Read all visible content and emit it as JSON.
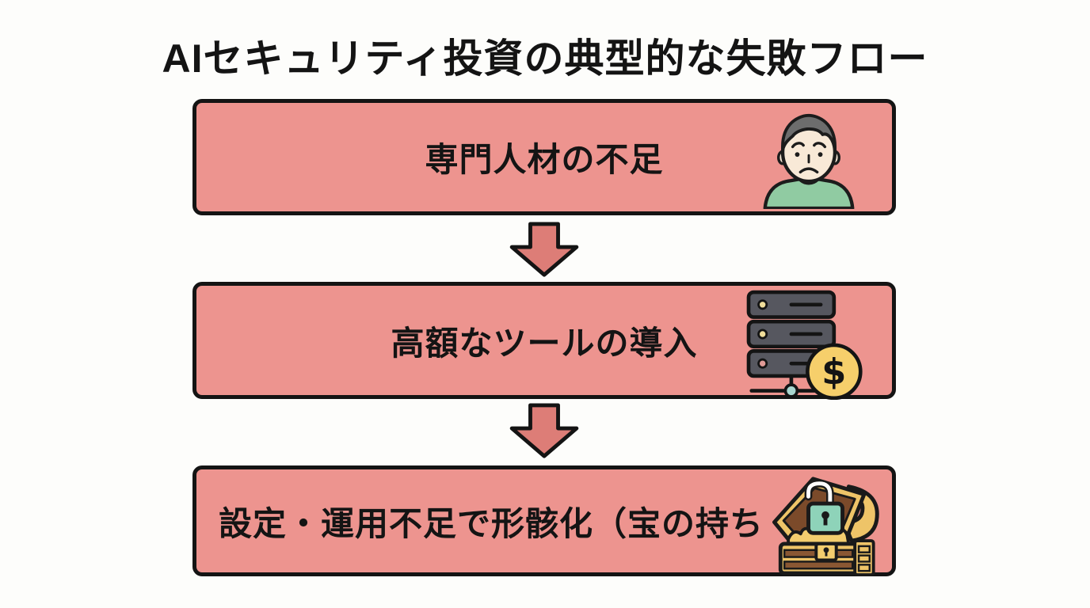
{
  "title": "AIセキュリティ投資の典型的な失敗フロー",
  "flow": {
    "steps": [
      {
        "label": "専門人材の不足",
        "icon": "worried-person-icon"
      },
      {
        "label": "高額なツールの導入",
        "icon": "server-dollar-icon"
      },
      {
        "label": "設定・運用不足で形骸化（宝の持ち",
        "icon": "treasure-chest-icon"
      }
    ],
    "connector": "down-arrow"
  },
  "colors": {
    "background": "#fdfdfb",
    "box_fill": "#ed948f",
    "box_border": "#141414",
    "arrow_fill": "#dd7d77",
    "text": "#141414"
  }
}
